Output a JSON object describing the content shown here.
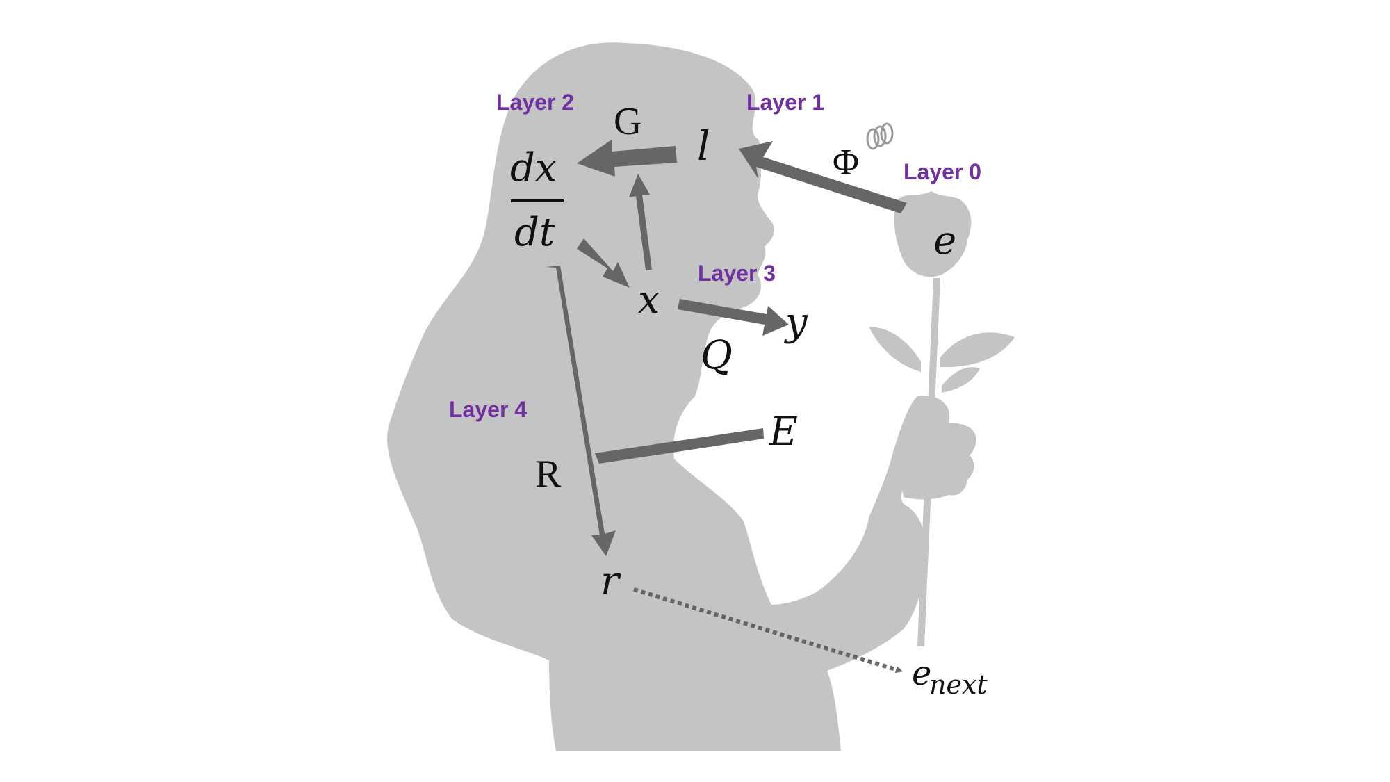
{
  "layers": {
    "layer0": "Layer 0",
    "layer1": "Layer 1",
    "layer2": "Layer 2",
    "layer3": "Layer 3",
    "layer4": "Layer 4"
  },
  "symbols": {
    "e": "e",
    "l": "l",
    "phi": "Φ",
    "G": "G",
    "dx": "dx",
    "dt": "dt",
    "x": "x",
    "y": "y",
    "Q": "Q",
    "E": "E",
    "R": "R",
    "r": "r",
    "e_next_base": "e",
    "e_next_sub": "next"
  },
  "colors": {
    "silhouette": "#c4c4c4",
    "arrow": "#666666",
    "layer_label": "#7030a0",
    "text": "#111111"
  }
}
